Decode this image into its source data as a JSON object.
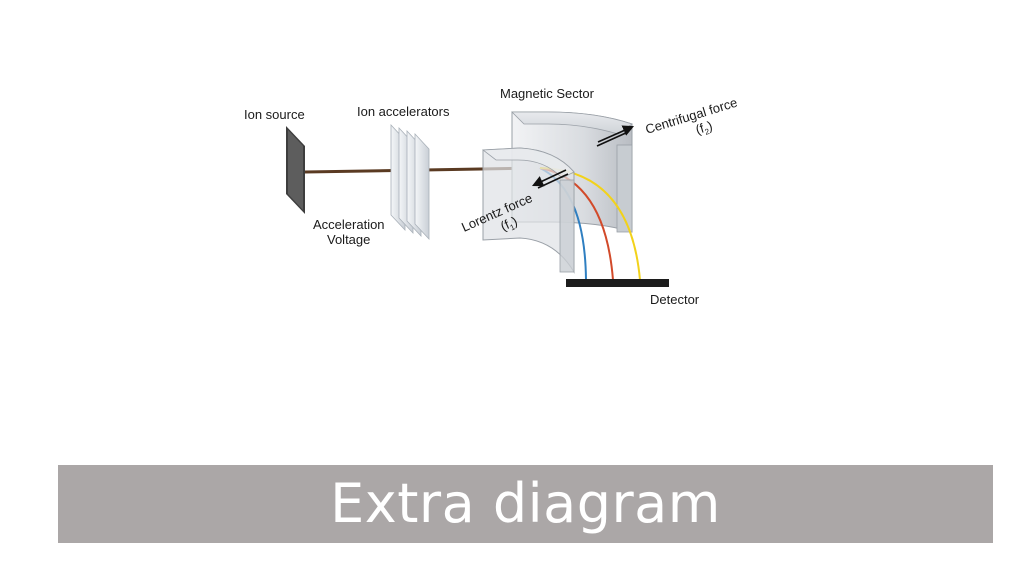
{
  "slide": {
    "title": "Extra diagram"
  },
  "diagram": {
    "labels": {
      "ion_source": "Ion source",
      "ion_accelerators": "Ion accelerators",
      "magnetic_sector": "Magnetic Sector",
      "acceleration_voltage_line1": "Acceleration",
      "acceleration_voltage_line2": "Voltage",
      "centrifugal_force": "Centrifugal force",
      "centrifugal_symbol": "(f",
      "centrifugal_sub": "2",
      "lorentz_force": "Lorentz force",
      "lorentz_symbol": "(f",
      "lorentz_sub": "1",
      "close_paren": ")",
      "detector": "Detector"
    },
    "colors": {
      "beam": "#5a3a22",
      "path_blue": "#2f7fc1",
      "path_red": "#d24a2a",
      "path_yellow": "#f2d21a",
      "detector": "#1c1c1c",
      "title_bar": "#aba7a7"
    }
  }
}
